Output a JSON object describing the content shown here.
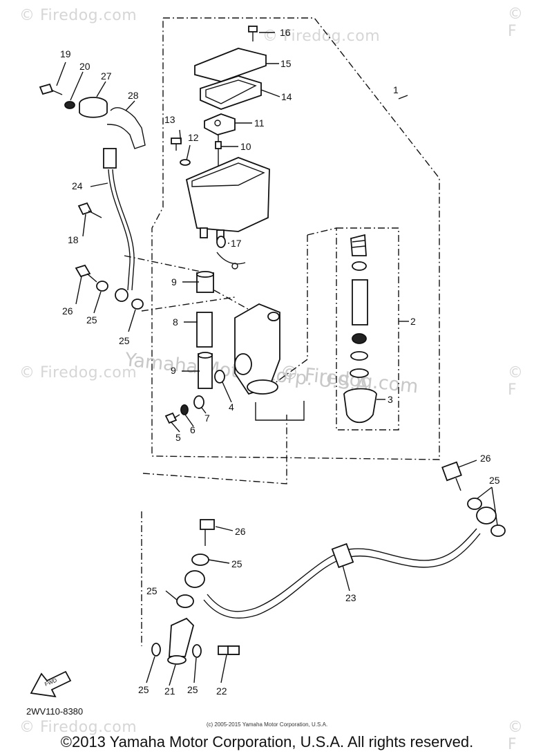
{
  "watermarks": {
    "top_left": "© Firedog.com",
    "top_center": "© Firedog.com",
    "top_right": "© F",
    "mid_left": "© Firedog.com",
    "mid_right": "© F",
    "center": "Yamaha Motor Corp. U.S.A.",
    "center2": "© Firedog.com",
    "bottom_left": "© Firedog.com",
    "bottom_right": "© F"
  },
  "callouts": {
    "c1": "1",
    "c2": "2",
    "c3": "3",
    "c4": "4",
    "c5": "5",
    "c6": "6",
    "c7": "7",
    "c8": "8",
    "c9a": "9",
    "c9b": "9",
    "c10": "10",
    "c11": "11",
    "c12": "12",
    "c13": "13",
    "c14": "14",
    "c15": "15",
    "c16": "16",
    "c17": "17",
    "c18": "18",
    "c19": "19",
    "c20": "20",
    "c21": "21",
    "c22": "22",
    "c23": "23",
    "c24": "24",
    "c25a": "25",
    "c25b": "25",
    "c25c": "25",
    "c25d": "25",
    "c25e": "25",
    "c25f": "25",
    "c25g": "25",
    "c26a": "26",
    "c26b": "26",
    "c26c": "26",
    "c27": "27",
    "c28": "28"
  },
  "fwd_label": "FWD",
  "diagram_code": "2WV110-8380",
  "small_copyright": "(c) 2005-2015 Yamaha Motor Corporation, U.S.A.",
  "copyright": "©2013 Yamaha Motor Corporation, U.S.A. All rights reserved."
}
